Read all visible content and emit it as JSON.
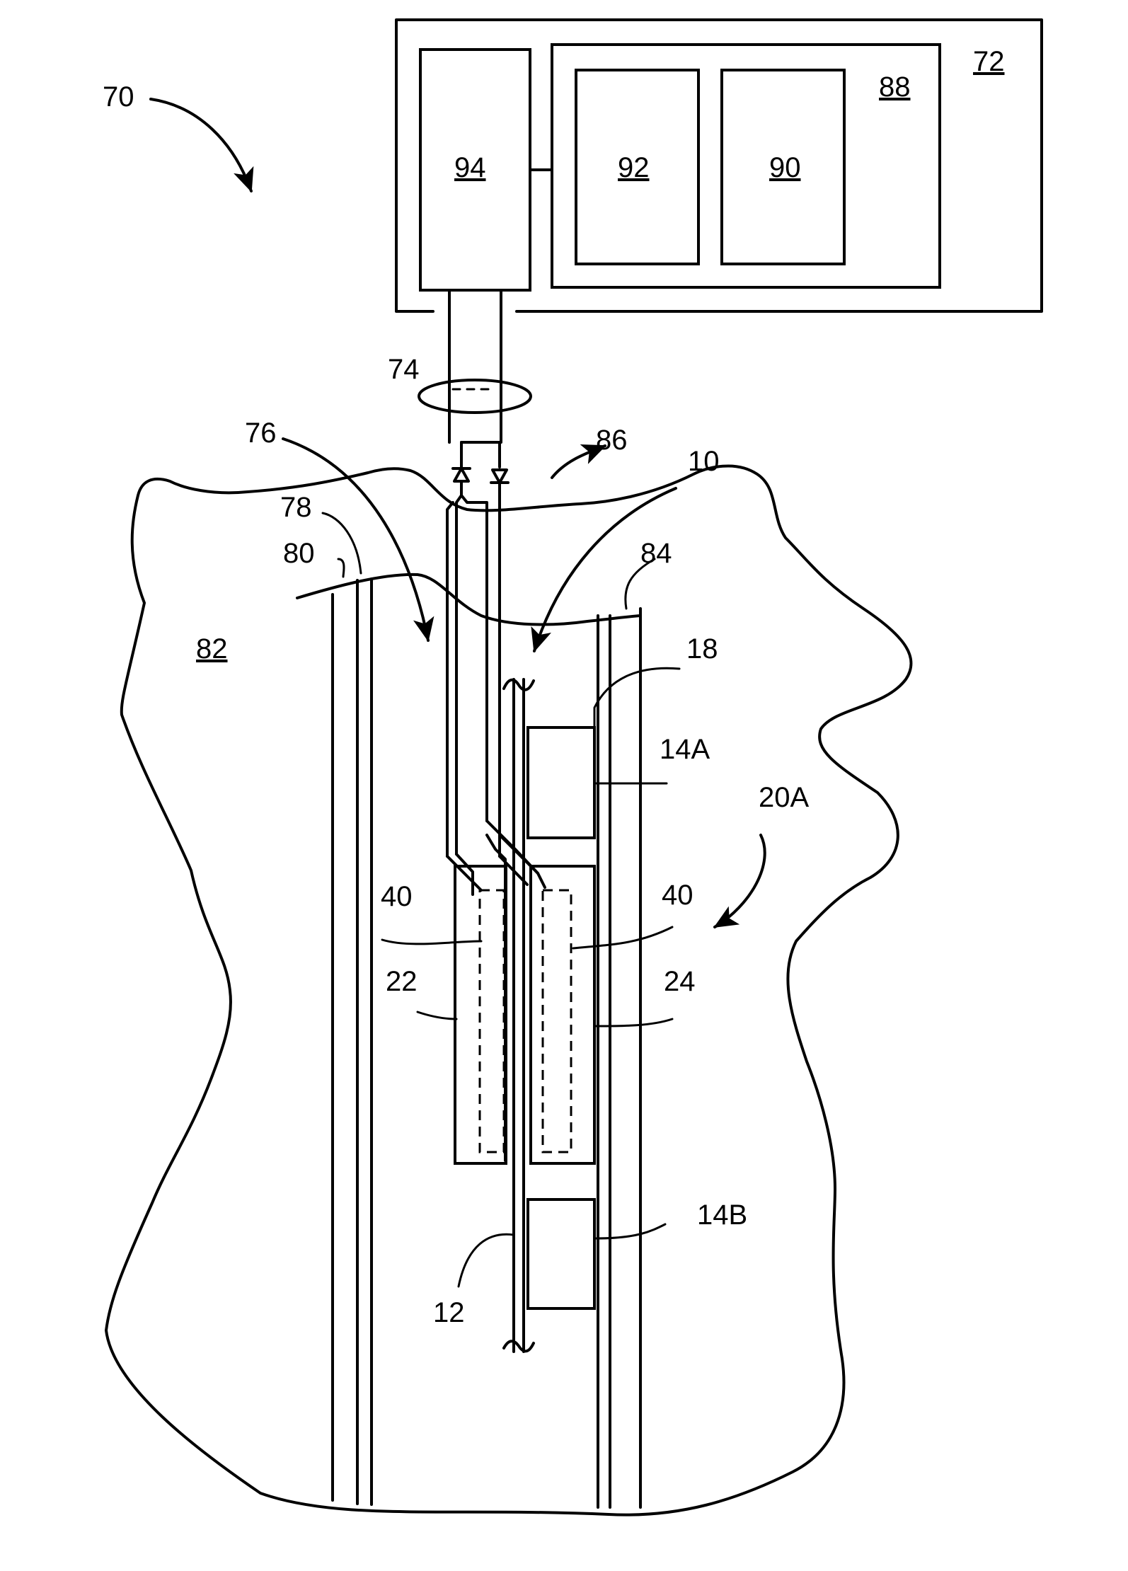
{
  "labels": {
    "ref_70": "70",
    "ref_72": "72",
    "ref_74": "74",
    "ref_76": "76",
    "ref_78": "78",
    "ref_80": "80",
    "ref_82": "82",
    "ref_84": "84",
    "ref_86": "86",
    "ref_88": "88",
    "ref_90": "90",
    "ref_92": "92",
    "ref_94": "94",
    "ref_10": "10",
    "ref_12": "12",
    "ref_14A": "14A",
    "ref_14B": "14B",
    "ref_18": "18",
    "ref_20A": "20A",
    "ref_22": "22",
    "ref_24": "24",
    "ref_40_left": "40",
    "ref_40_right": "40"
  }
}
